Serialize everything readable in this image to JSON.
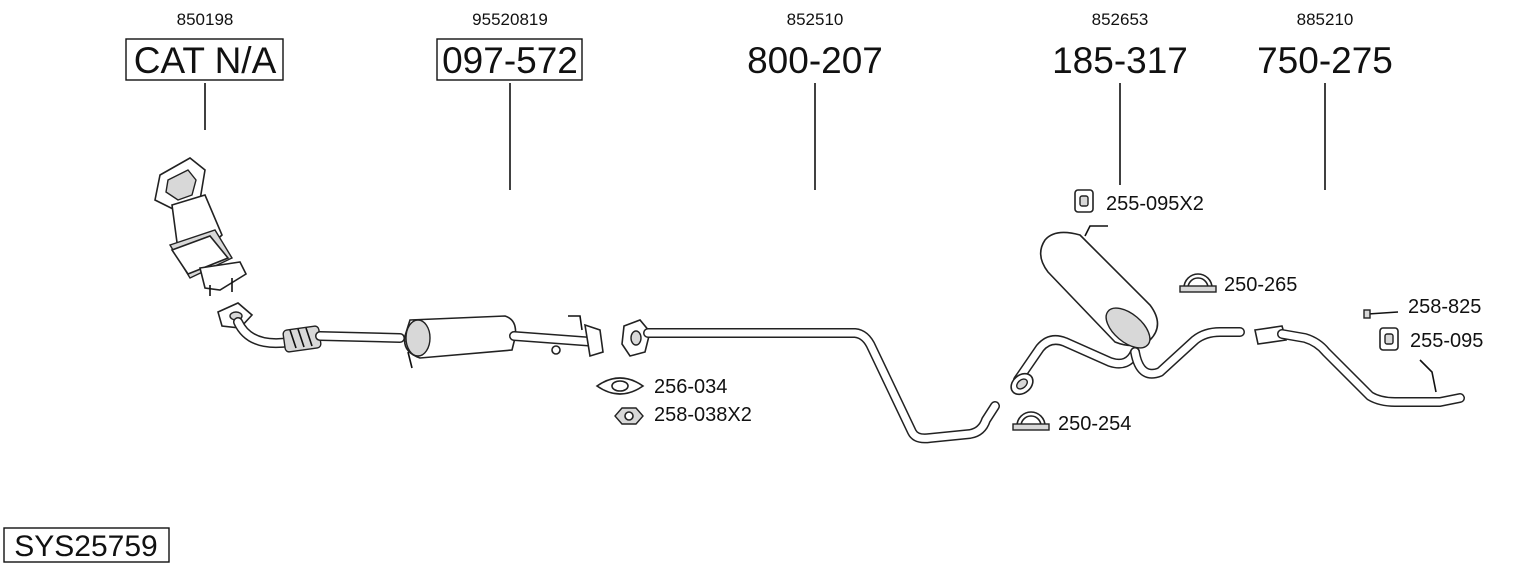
{
  "parts": [
    {
      "oem": "850198",
      "code": "CAT N/A",
      "boxed": true
    },
    {
      "oem": "95520819",
      "code": "097-572",
      "boxed": true
    },
    {
      "oem": "852510",
      "code": "800-207",
      "boxed": false
    },
    {
      "oem": "852653",
      "code": "185-317",
      "boxed": false
    },
    {
      "oem": "885210",
      "code": "750-275",
      "boxed": false
    }
  ],
  "accessories": [
    {
      "code": "255-095X2",
      "icon": "rubber-hanger-icon"
    },
    {
      "code": "250-265",
      "icon": "u-clamp-icon"
    },
    {
      "code": "258-825",
      "icon": "bolt-icon"
    },
    {
      "code": "255-095",
      "icon": "rubber-hanger-icon"
    },
    {
      "code": "256-034",
      "icon": "gasket-icon"
    },
    {
      "code": "258-038X2",
      "icon": "nut-icon"
    },
    {
      "code": "250-254",
      "icon": "u-clamp-icon"
    }
  ],
  "system_id": "SYS25759"
}
